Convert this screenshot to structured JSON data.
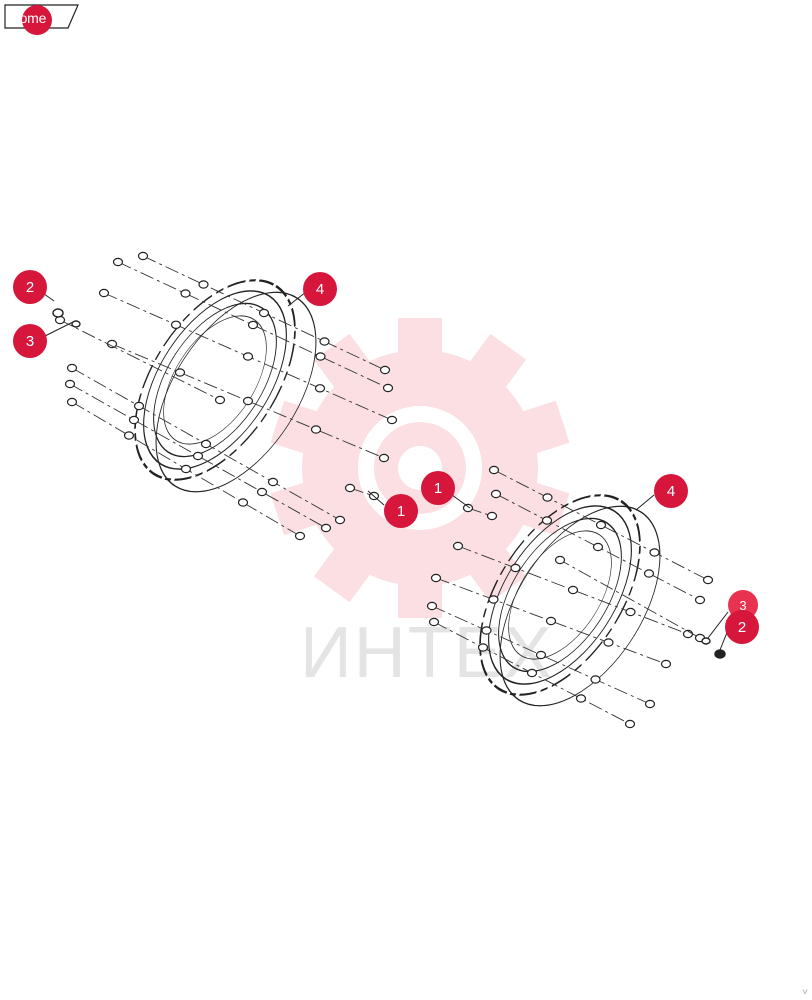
{
  "nav": {
    "home_label": "home"
  },
  "watermark": {
    "text": "ИНТЕХ"
  },
  "callouts": [
    {
      "id": "c2a",
      "label": "2"
    },
    {
      "id": "c3a",
      "label": "3"
    },
    {
      "id": "c4a",
      "label": "4"
    },
    {
      "id": "c1a",
      "label": "1"
    },
    {
      "id": "c1b",
      "label": "1"
    },
    {
      "id": "c4b",
      "label": "4"
    },
    {
      "id": "c3b",
      "label": "3"
    },
    {
      "id": "c2b",
      "label": "2"
    }
  ],
  "colors": {
    "callout": "#d6163b",
    "watermark_gear": "#fbdfe2",
    "line_art": "#222222"
  }
}
